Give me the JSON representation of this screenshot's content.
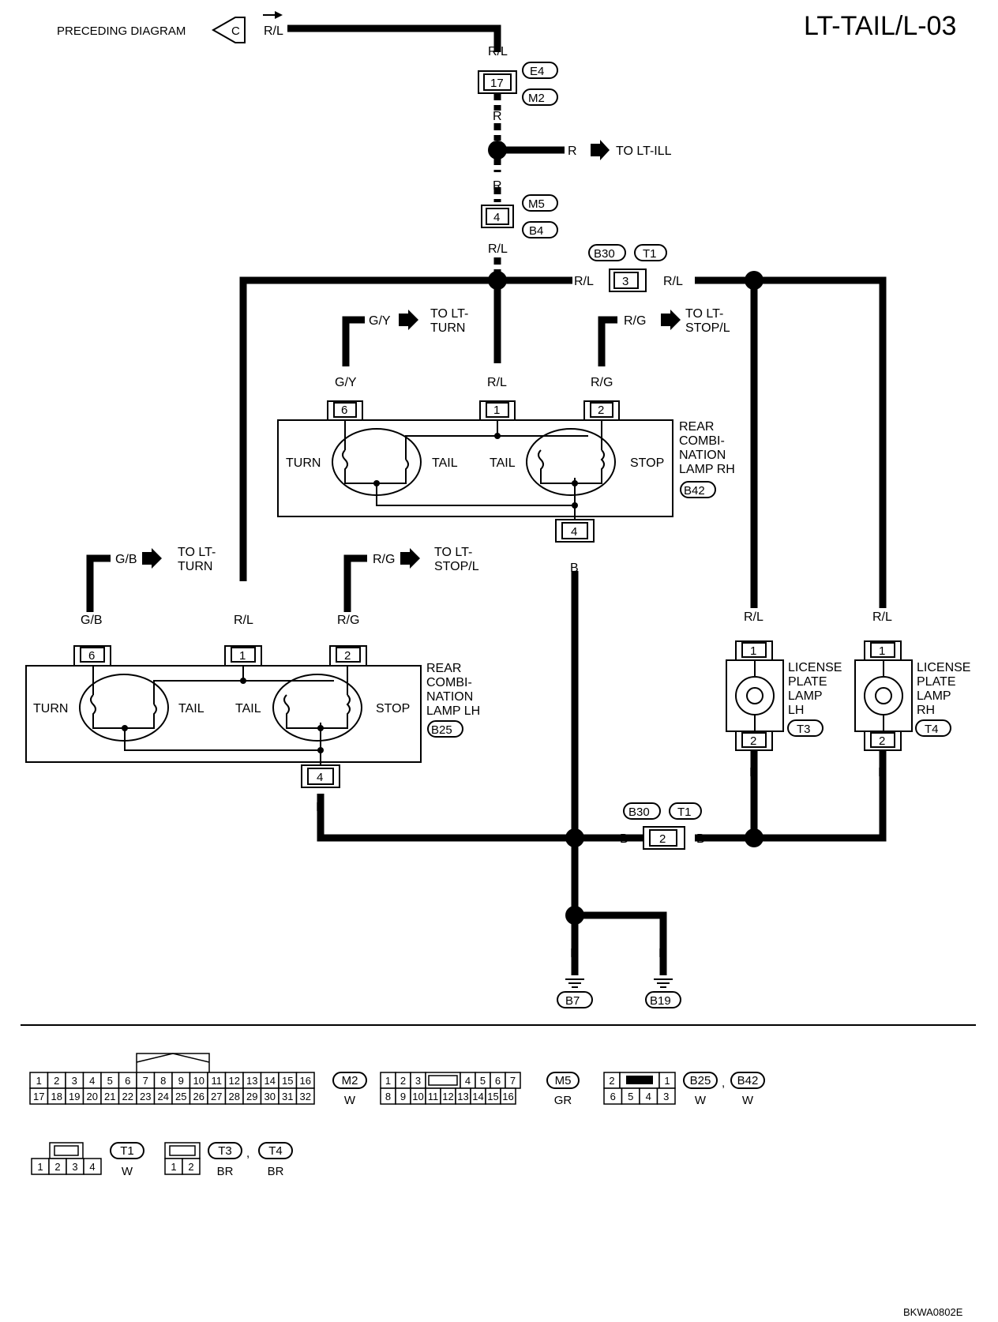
{
  "title": "LT-TAIL/L-03",
  "preceding": {
    "text": "PRECEDING DIAGRAM",
    "connector": "C",
    "wire": "R/L"
  },
  "wire_colors": {
    "rl": "R/L",
    "r": "R",
    "gy": "G/Y",
    "rg": "R/G",
    "gb": "G/B",
    "b": "B"
  },
  "connectors": {
    "e4": "E4",
    "m2": "M2",
    "m5": "M5",
    "b4": "B4",
    "b30": "B30",
    "t1": "T1",
    "b42": "B42",
    "b25": "B25",
    "t3": "T3",
    "t4": "T4",
    "b7": "B7",
    "b19": "B19"
  },
  "pins": {
    "p17": "17",
    "p4": "4",
    "p3": "3",
    "p6": "6",
    "p1": "1",
    "p2": "2"
  },
  "destinations": {
    "lt_ill": "TO LT-ILL",
    "to_lt_1": "TO LT-",
    "turn": "TURN",
    "stop_l": "STOP/L"
  },
  "lamp_rh": {
    "name_lines": [
      "REAR",
      "COMBI-",
      "NATION",
      "LAMP RH"
    ],
    "bulbs": [
      "TURN",
      "TAIL",
      "TAIL",
      "STOP"
    ]
  },
  "lamp_lh": {
    "name_lines": [
      "REAR",
      "COMBI-",
      "NATION",
      "LAMP LH"
    ],
    "bulbs": [
      "TURN",
      "TAIL",
      "TAIL",
      "STOP"
    ]
  },
  "license_lh": {
    "name_lines": [
      "LICENSE",
      "PLATE",
      "LAMP",
      "LH"
    ]
  },
  "license_rh": {
    "name_lines": [
      "LICENSE",
      "PLATE",
      "LAMP",
      "RH"
    ]
  },
  "connector_views": {
    "m2": {
      "id": "M2",
      "color": "W",
      "row1": [
        "1",
        "2",
        "3",
        "4",
        "5",
        "6",
        "7",
        "8",
        "9",
        "10",
        "11",
        "12",
        "13",
        "14",
        "15",
        "16"
      ],
      "row2": [
        "17",
        "18",
        "19",
        "20",
        "21",
        "22",
        "23",
        "24",
        "25",
        "26",
        "27",
        "28",
        "29",
        "30",
        "31",
        "32"
      ]
    },
    "m5": {
      "id": "M5",
      "color": "GR",
      "row1": [
        "1",
        "2",
        "3",
        "",
        "4",
        "5",
        "6",
        "7"
      ],
      "row2": [
        "8",
        "9",
        "10",
        "11",
        "12",
        "13",
        "14",
        "15",
        "16"
      ]
    },
    "b25b42": {
      "ids": [
        "B25",
        "B42"
      ],
      "colors": [
        "W",
        "W"
      ],
      "sep": ",",
      "row1": [
        "2",
        "",
        "1"
      ],
      "row2": [
        "6",
        "5",
        "4",
        "3"
      ]
    },
    "t1": {
      "id": "T1",
      "color": "W",
      "cells": [
        "1",
        "2",
        "3",
        "4"
      ]
    },
    "t3t4": {
      "ids": [
        "T3",
        "T4"
      ],
      "colors": [
        "BR",
        "BR"
      ],
      "sep": ",",
      "cells": [
        "1",
        "2"
      ]
    }
  },
  "code": "BKWA0802E"
}
